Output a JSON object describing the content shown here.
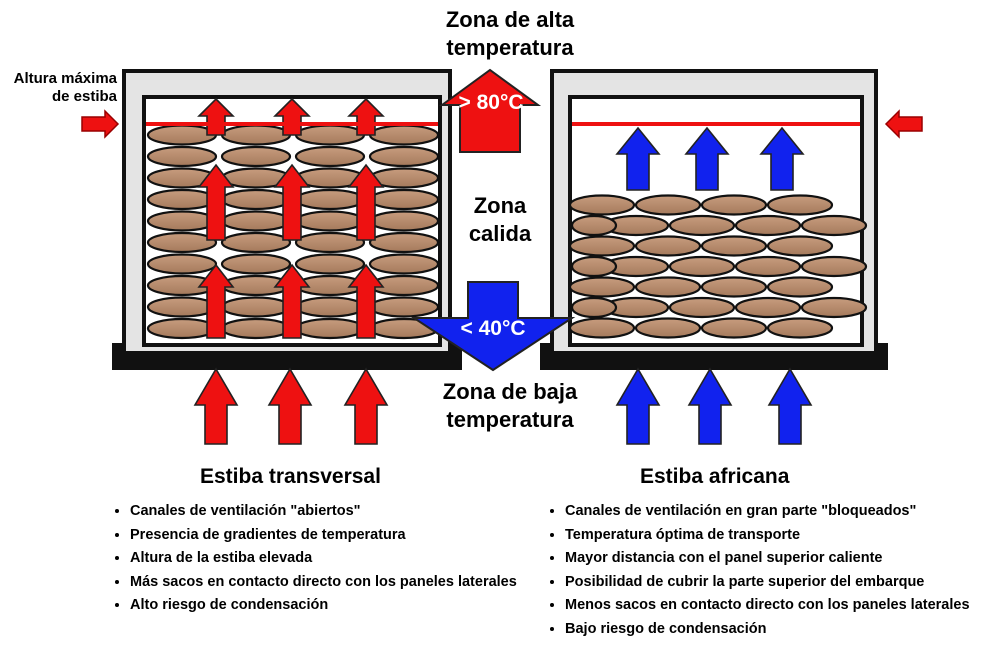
{
  "zones": {
    "high": "Zona de alta temperatura",
    "high_line1": "Zona de alta",
    "high_line2": "temperatura",
    "warm_line1": "Zona",
    "warm_line2": "calida",
    "low_line1": "Zona de baja",
    "low_line2": "temperatura",
    "hot_temp": "> 80°C",
    "cool_temp": "< 40°C"
  },
  "max_height_label": {
    "line1": "Altura máxima",
    "line2": "de estiba"
  },
  "colors": {
    "hot": "#ee1111",
    "cool": "#1122ee",
    "sack": "#b68a6c",
    "limit_line": "#ee1111",
    "frame": "#111111"
  },
  "transversal": {
    "title": "Estiba transversal",
    "items": [
      "Canales de ventilación \"abiertos\"",
      "Presencia de gradientes de temperatura",
      "Altura de la estiba elevada",
      "Más sacos en contacto directo con los paneles laterales",
      "Alto riesgo de condensación"
    ]
  },
  "africana": {
    "title": "Estiba africana",
    "items": [
      "Canales de ventilación en gran parte \"bloqueados\"",
      "Temperatura óptima de transporte",
      "Mayor distancia con el panel superior caliente",
      "Posibilidad de cubrir la parte superior del embarque",
      "Menos sacos en contacto directo con los paneles laterales",
      "Bajo riesgo de condensación"
    ]
  }
}
